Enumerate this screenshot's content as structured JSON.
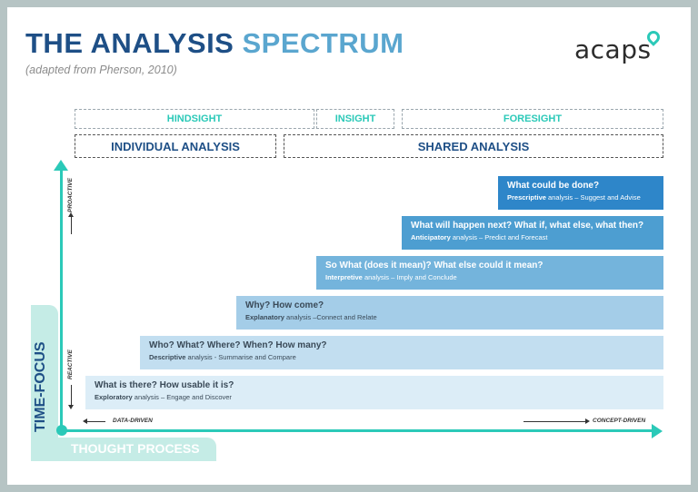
{
  "title": {
    "word1": "THE",
    "word2": "ANALYSIS",
    "word3": "SPECTRUM"
  },
  "subtitle": "(adapted from Pherson, 2010)",
  "logo": "acaps",
  "time_headers": [
    "HINDSIGHT",
    "INSIGHT",
    "FORESIGHT"
  ],
  "mode_headers": [
    "INDIVIDUAL ANALYSIS",
    "SHARED ANALYSIS"
  ],
  "levels": [
    {
      "question": "What could be done?",
      "type": "Prescriptive",
      "desc": " analysis – Suggest and Advise",
      "color": "#2e86c9",
      "text_color": "#ffffff"
    },
    {
      "question": "What will happen next?  What if, what else, what then?",
      "type": "Anticipatory",
      "desc": " analysis – Predict and Forecast",
      "color": "#4d9ed1",
      "text_color": "#ffffff"
    },
    {
      "question": "So What (does it mean)? What else could it mean?",
      "type": "Interpretive",
      "desc": " analysis – Imply and Conclude",
      "color": "#74b4dc",
      "text_color": "#ffffff"
    },
    {
      "question": "Why? How come?",
      "type": "Explanatory",
      "desc": " analysis –Connect and Relate",
      "color": "#a4cde8",
      "text_color": "#3a4a58"
    },
    {
      "question": "Who? What? Where? When? How many?",
      "type": "Descriptive",
      "desc": " analysis - Summarise and Compare",
      "color": "#c2def0",
      "text_color": "#3a4a58"
    },
    {
      "question": "What is there? How usable it is?",
      "type": "Exploratory",
      "desc": " analysis – Engage and Discover",
      "color": "#dcedf7",
      "text_color": "#3a4a58"
    }
  ],
  "axes": {
    "y_label": "TIME-FOCUS",
    "x_label": "THOUGHT PROCESS",
    "y_top": "PROACTIVE",
    "y_bottom": "REACTIVE",
    "x_left": "DATA-DRIVEN",
    "x_right": "CONCEPT-DRIVEN"
  },
  "colors": {
    "teal": "#2bc9b8",
    "navy": "#1e4f86",
    "light_blue": "#5aa6cf"
  }
}
